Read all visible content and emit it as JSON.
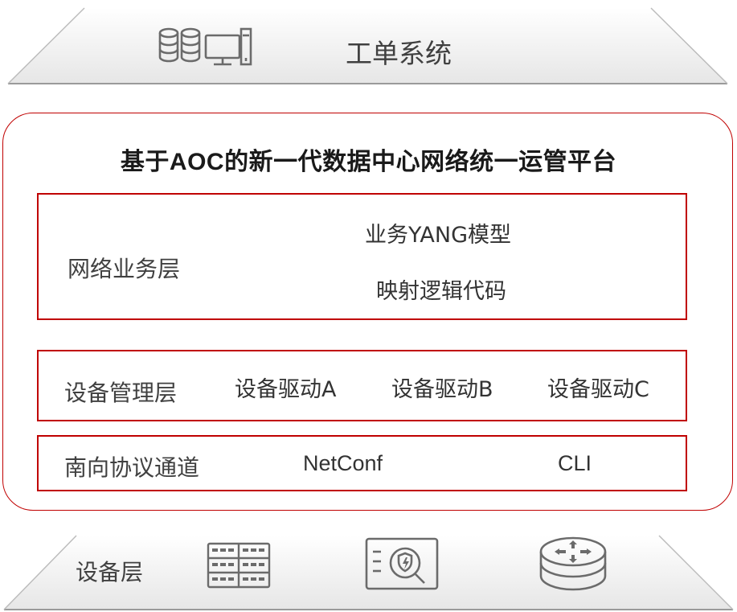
{
  "top": {
    "label": "工单系统",
    "icon": "server-computer-icon"
  },
  "platform": {
    "title": "基于AOC的新一代数据中心网络统一运管平台",
    "network_service_layer": {
      "label": "网络业务层",
      "items": [
        "业务YANG模型",
        "映射逻辑代码"
      ]
    },
    "device_management_layer": {
      "label": "设备管理层",
      "drivers": [
        "设备驱动A",
        "设备驱动B",
        "设备驱动C"
      ]
    },
    "southbound_layer": {
      "label": "南向协议通道",
      "protocols": [
        "NetConf",
        "CLI"
      ]
    },
    "accent_color": "#c00000"
  },
  "bottom": {
    "label": "设备层",
    "icons": [
      "switch-rack-icon",
      "firewall-icon",
      "router-icon"
    ]
  }
}
